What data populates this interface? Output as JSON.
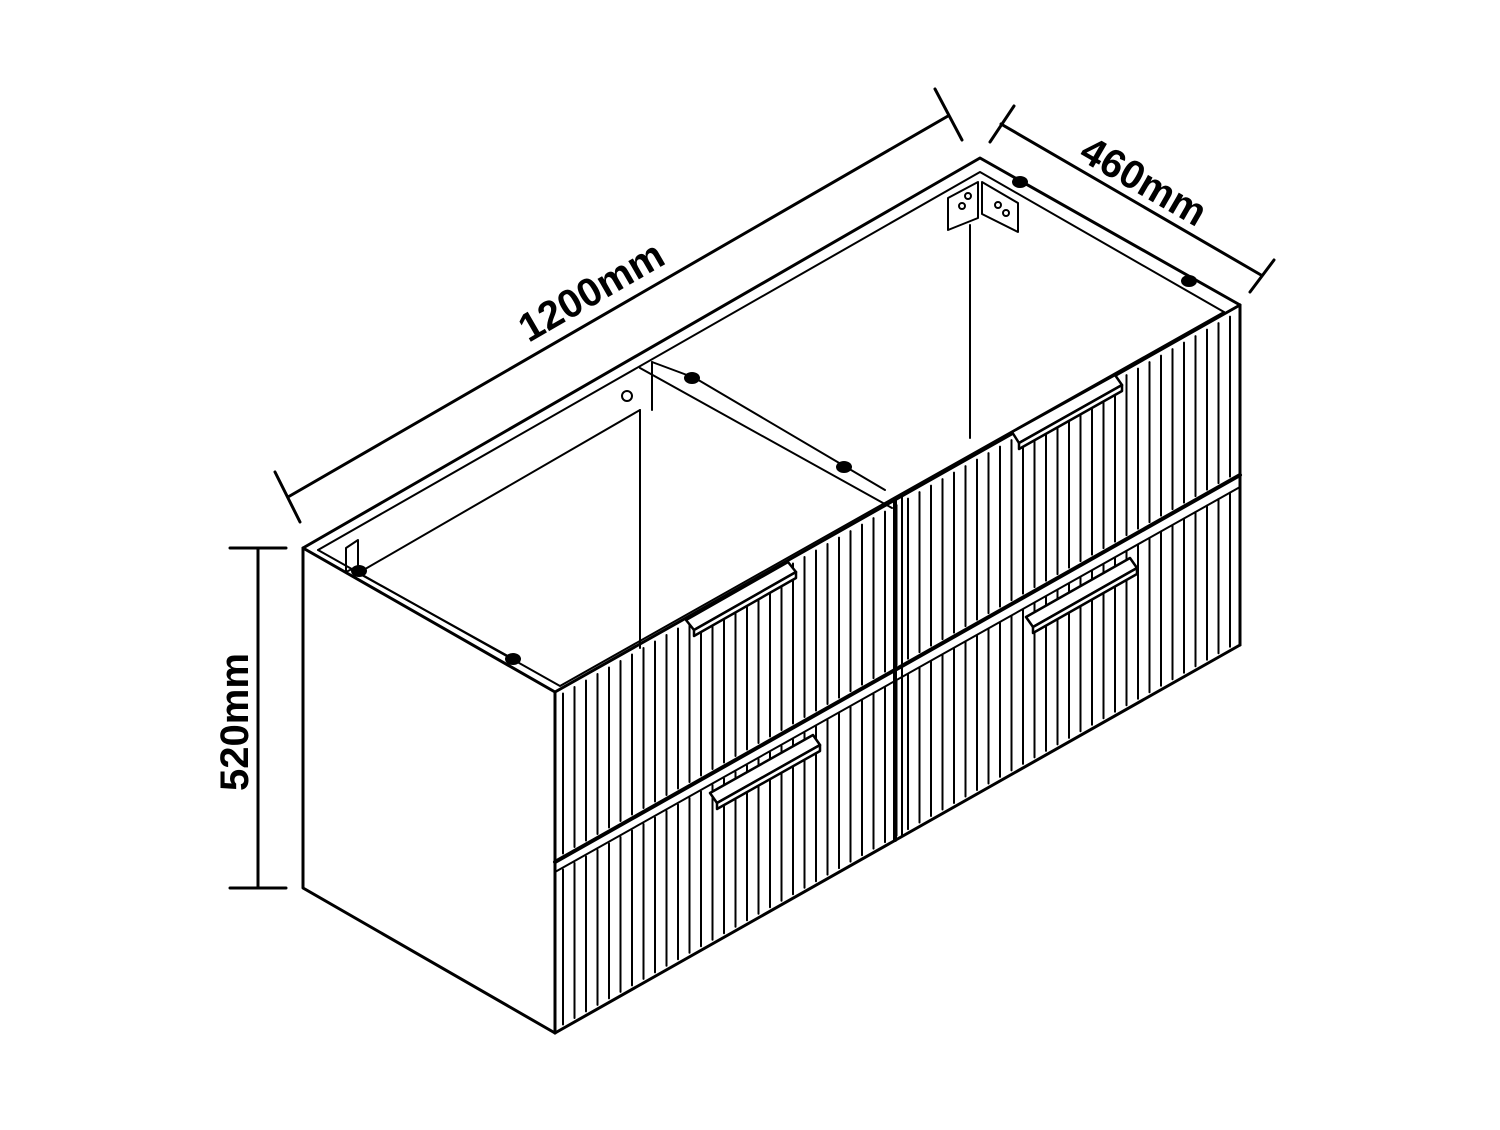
{
  "diagram": {
    "dimensions": {
      "width": "1200mm",
      "depth": "460mm",
      "height": "520mm"
    },
    "colors": {
      "line": "#000000",
      "background": "#ffffff"
    }
  }
}
